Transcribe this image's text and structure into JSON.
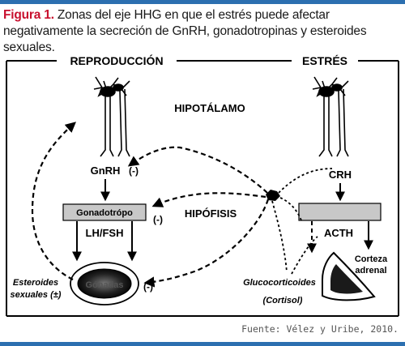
{
  "caption": {
    "label": "Figura 1.",
    "text": " Zonas del eje HHG en que el estrés puede afectar negativamente la secreción de GnRH, gonadotropinas y esteroides sexuales."
  },
  "diagram": {
    "header_left": "REPRODUCCIÓN",
    "header_right": "ESTRÉS",
    "hypothalamus": "HIPOTÁLAMO",
    "pituitary": "HIPÓFISIS",
    "gnrh": "GnRH",
    "gnrh_inhib": "(-)",
    "gonadotrope": "Gonadotrópo",
    "gonadotrope_inhib": "(-)",
    "lhfsh": "LH/FSH",
    "gonads": "Gónadas",
    "gonads_inhib": "(-)",
    "sex_steroids_1": "Esteroides",
    "sex_steroids_2": "sexuales (±)",
    "crh": "CRH",
    "acth": "ACTH",
    "cortex_1": "Corteza",
    "cortex_2": "adrenal",
    "gluco": "Glucocorticoides",
    "cortisol": "(Cortisol)"
  },
  "source": "Fuente: Vélez y Uribe, 2010.",
  "colors": {
    "accent": "#2c6fb0",
    "label": "#c8102e"
  }
}
